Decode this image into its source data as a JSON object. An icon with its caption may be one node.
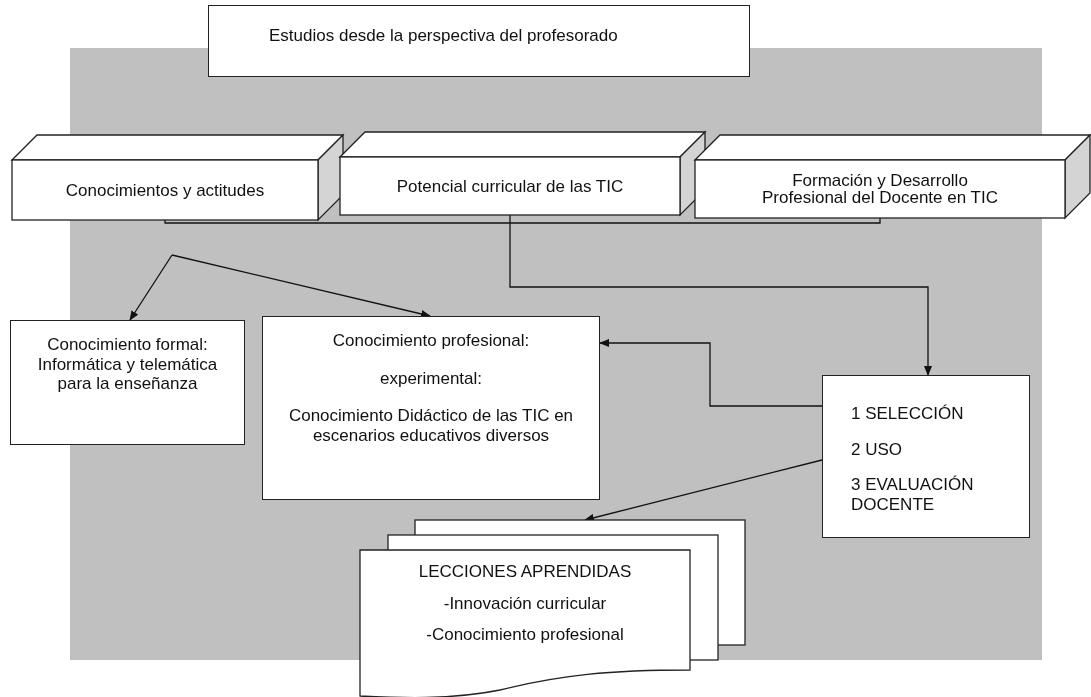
{
  "diagram": {
    "nodes": [
      {
        "text": [
          "Estudios desde la perspectiva del profesorado"
        ]
      },
      {
        "text": [
          "Conocimientos  y actitudes"
        ]
      },
      {
        "text": [
          "Potencial curricular de las TIC"
        ]
      },
      {
        "text": [
          "Formación y Desarrollo Profesional del Docente en TIC"
        ]
      },
      {
        "text": [
          "Conocimiento formal: Informática y telemática para la enseñanza"
        ]
      },
      {
        "text": [
          "Conocimiento profesional:",
          "experimental:",
          "Conocimiento Didáctico de las TIC en escenarios educativos diversos"
        ]
      },
      {
        "text": [
          "1 SELECCIÓN",
          "2 USO",
          "3 EVALUACIÓN DOCENTE"
        ]
      },
      {
        "text": [
          "LECCIONES APRENDIDAS",
          "-Innovación curricular",
          "-Conocimiento profesional"
        ]
      }
    ],
    "edges": [
      {
        "from": 1,
        "to": 3,
        "arrow": "none"
      },
      {
        "from": 2,
        "to": 6,
        "arrow": "to"
      },
      {
        "from": null,
        "to": 4,
        "arrow": "to"
      },
      {
        "from": null,
        "to": 5,
        "arrow": "to"
      },
      {
        "from": 6,
        "to": 5,
        "arrow": "to"
      },
      {
        "from": 6,
        "to": 7,
        "arrow": "to"
      }
    ]
  }
}
